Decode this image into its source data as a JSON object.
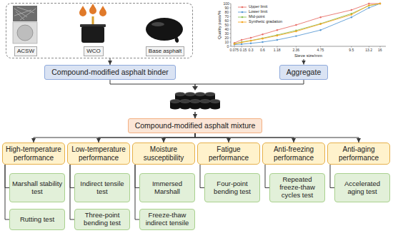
{
  "diagram": {
    "nodes": [
      {
        "text": [
          "ACSW",
          "WCO",
          "Base asphalt"
        ]
      },
      {
        "text": [
          "Compound-modified asphalt binder"
        ]
      },
      {
        "text": [
          "Aggregate"
        ]
      },
      {
        "text": [
          "Compound-modified asphalt mixture"
        ]
      },
      {
        "text": [
          "High-temperature performance"
        ]
      },
      {
        "text": [
          "Low-temperature performance"
        ]
      },
      {
        "text": [
          "Moisture susceptibility"
        ]
      },
      {
        "text": [
          "Fatigue performance"
        ]
      },
      {
        "text": [
          "Anti-freezing performance"
        ]
      },
      {
        "text": [
          "Anti-aging performance"
        ]
      },
      {
        "text": [
          "Marshall stability test"
        ]
      },
      {
        "text": [
          "Rutting test"
        ]
      },
      {
        "text": [
          "Indirect tensile test"
        ]
      },
      {
        "text": [
          "Three-point bending test"
        ]
      },
      {
        "text": [
          "Immersed Marshall"
        ]
      },
      {
        "text": [
          "Freeze-thaw indirect tensile"
        ]
      },
      {
        "text": [
          "Four-point bending test"
        ]
      },
      {
        "text": [
          "Repeated freeze-thaw cycles test"
        ]
      },
      {
        "text": [
          "Accelerated aging test"
        ]
      }
    ],
    "edges": [
      {
        "from": 0,
        "to": 1,
        "arrow": "to"
      },
      {
        "from": 1,
        "to": 3,
        "arrow": "to"
      },
      {
        "from": 2,
        "to": 3,
        "arrow": "to"
      },
      {
        "from": 3,
        "to": 4,
        "arrow": "to"
      },
      {
        "from": 3,
        "to": 5,
        "arrow": "to"
      },
      {
        "from": 3,
        "to": 6,
        "arrow": "to"
      },
      {
        "from": 3,
        "to": 7,
        "arrow": "to"
      },
      {
        "from": 3,
        "to": 8,
        "arrow": "to"
      },
      {
        "from": 3,
        "to": 9,
        "arrow": "to"
      },
      {
        "from": 4,
        "to": 10,
        "arrow": "none"
      },
      {
        "from": 4,
        "to": 11,
        "arrow": "none"
      },
      {
        "from": 5,
        "to": 12,
        "arrow": "none"
      },
      {
        "from": 5,
        "to": 13,
        "arrow": "none"
      },
      {
        "from": 6,
        "to": 14,
        "arrow": "none"
      },
      {
        "from": 6,
        "to": 15,
        "arrow": "none"
      },
      {
        "from": 7,
        "to": 16,
        "arrow": "none"
      },
      {
        "from": 8,
        "to": 17,
        "arrow": "none"
      },
      {
        "from": 9,
        "to": 18,
        "arrow": "none"
      }
    ],
    "labels": [
      "0",
      "10",
      "20",
      "30",
      "40",
      "50",
      "60",
      "70",
      "80",
      "90",
      "100",
      "Quality pass/%",
      "0.075",
      "0.15",
      "0.3",
      "0.6",
      "1.18",
      "2.36",
      "4.75",
      "9.5",
      "13.2",
      "16",
      "Sieve size/mm"
    ],
    "legend": [
      {
        "text": "Upper limit"
      },
      {
        "text": "Lower limit"
      },
      {
        "text": "Mid-point"
      },
      {
        "text": "Synthetic gradation"
      }
    ]
  }
}
